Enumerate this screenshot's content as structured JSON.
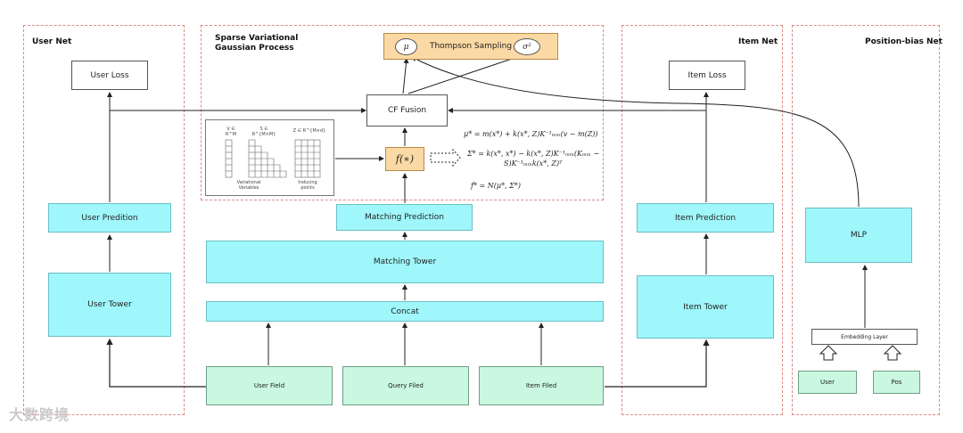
{
  "panels": {
    "user_net": "User Net",
    "svgp": "Sparse Variational\nGaussian Process",
    "item_net": "Item Net",
    "position_net": "Position-bias Net"
  },
  "boxes": {
    "user_loss": "User Loss",
    "user_predition": "User Predition",
    "user_tower": "User Tower",
    "thompson": "Thompson Sampling",
    "mu": "μ",
    "sigma": "σ²",
    "cf_fusion": "CF Fusion",
    "f_star": "f(∗)",
    "matching_prediction": "Matching Prediction",
    "matching_tower": "Matching Tower",
    "concat": "Concat",
    "user_field": "User Field",
    "query_filed": "Query Filed",
    "item_filed": "Item Filed",
    "item_loss": "Item Loss",
    "item_prediction": "Item Prediction",
    "item_tower": "Item Tower",
    "mlp": "MLP",
    "embedding_layer": "Embedding Layer",
    "user": "User",
    "pos": "Pos"
  },
  "mini_figure": {
    "v_label": "V ∈ R^M",
    "s_label": "S ∈ R^{M×M}",
    "z_label": "Z ∈ R^{M×d}",
    "variational": "Variational Variables",
    "inducing": "Inducing points"
  },
  "equations": {
    "mu_star": "μ* = m(x*) + k(x*, Z)K⁻¹ₘₘ(v − m(Z))",
    "sigma_star_1": "Σ* = k(x*, x*) − k(x*, Z)K⁻¹ₘₘ(Kₘₘ −",
    "sigma_star_2": "S)K⁻¹ₘₘk(x*, Z)ᵀ",
    "f_star_eq": "f* = N(μ*, Σ*)"
  },
  "watermark": "大数跨境"
}
